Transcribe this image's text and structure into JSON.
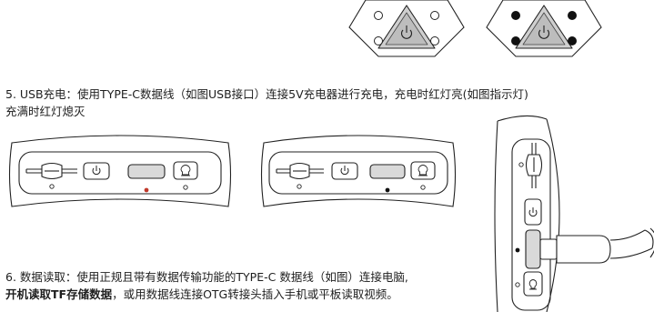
{
  "section5": {
    "line1": "5. USB充电：使用TYPE-C数据线（如图USB接口）连接5V充电器进行充电，充电时红灯亮(如图指示灯)",
    "line2": "充满时红灯熄灭"
  },
  "section6": {
    "line1": "6. 数据读取：使用正规且带有数据传输功能的TYPE-C 数据线（如图）连接电脑,",
    "line2_bold": "开机读取TF存储数据",
    "line2_rest": "，或用数据线连接OTG转接头插入手机或平板读取视频。"
  },
  "icons": {
    "power": "power-icon",
    "light": "light-icon",
    "card": "sd-card-slot-icon"
  },
  "colors": {
    "line": "#222222",
    "indicator_red": "#c0392b",
    "button_fill": "#d9d9d9"
  }
}
